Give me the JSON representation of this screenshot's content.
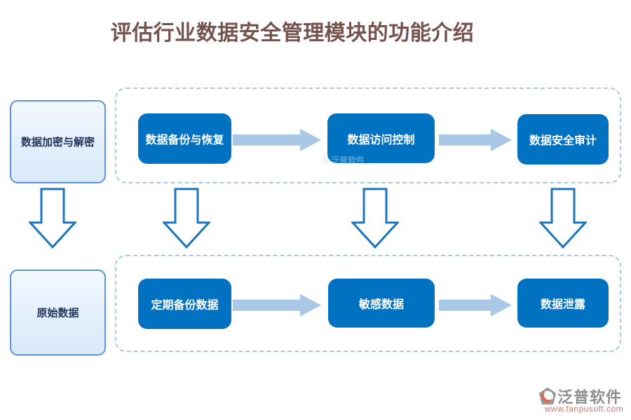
{
  "title": "评估行业数据安全管理模块的功能介绍",
  "left_column": {
    "top_box": "数据加密与解密",
    "bottom_box": "原始数据"
  },
  "top_row": {
    "boxes": [
      "数据备份与恢复",
      "数据访问控制",
      "数据安全审计"
    ]
  },
  "bottom_row": {
    "boxes": [
      "定期备份数据",
      "敏感数据",
      "数据泄露"
    ]
  },
  "watermark": {
    "text": "泛普软件"
  },
  "footer": {
    "brand": "泛普软件",
    "url": "www.fanpusoft.com"
  },
  "colors": {
    "primary_blue": "#0171c1",
    "arrow_fill_blue": "#a9c8e8",
    "arrow_outline_blue": "#1b75bc",
    "dashed_border_blue": "#a9c7e7",
    "light_box_fill": "#e8f2fc",
    "light_box_border": "#5a93d8",
    "title_color": "#75524e",
    "brand_gray": "#8f8f8f",
    "url_salmon": "#c9776b"
  }
}
